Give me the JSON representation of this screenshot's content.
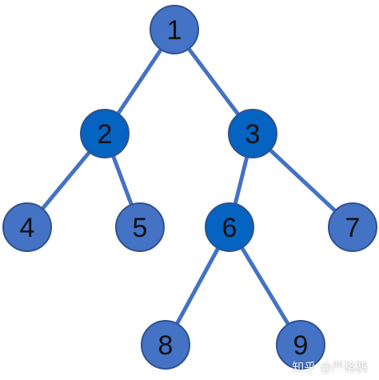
{
  "diagram": {
    "type": "tree",
    "colors": {
      "dark_node": "#0563C1",
      "light_node": "#4472C4",
      "edge": "#4472C4",
      "edge_dark": "#0563C1",
      "label": "#111111"
    },
    "nodes": [
      {
        "id": "1",
        "label": "1",
        "shade": "light"
      },
      {
        "id": "2",
        "label": "2",
        "shade": "dark"
      },
      {
        "id": "3",
        "label": "3",
        "shade": "dark"
      },
      {
        "id": "4",
        "label": "4",
        "shade": "light"
      },
      {
        "id": "5",
        "label": "5",
        "shade": "light"
      },
      {
        "id": "6",
        "label": "6",
        "shade": "dark"
      },
      {
        "id": "7",
        "label": "7",
        "shade": "light"
      },
      {
        "id": "8",
        "label": "8",
        "shade": "light"
      },
      {
        "id": "9",
        "label": "9",
        "shade": "light"
      }
    ],
    "edges": [
      {
        "from": "1",
        "to": "2",
        "shade": "light"
      },
      {
        "from": "1",
        "to": "3",
        "shade": "light"
      },
      {
        "from": "2",
        "to": "4",
        "shade": "light"
      },
      {
        "from": "2",
        "to": "5",
        "shade": "dark"
      },
      {
        "from": "3",
        "to": "6",
        "shade": "light"
      },
      {
        "from": "3",
        "to": "7",
        "shade": "light"
      },
      {
        "from": "6",
        "to": "8",
        "shade": "light"
      },
      {
        "from": "6",
        "to": "9",
        "shade": "light"
      }
    ]
  },
  "watermark": {
    "text": "知乎 @严格鹄"
  }
}
